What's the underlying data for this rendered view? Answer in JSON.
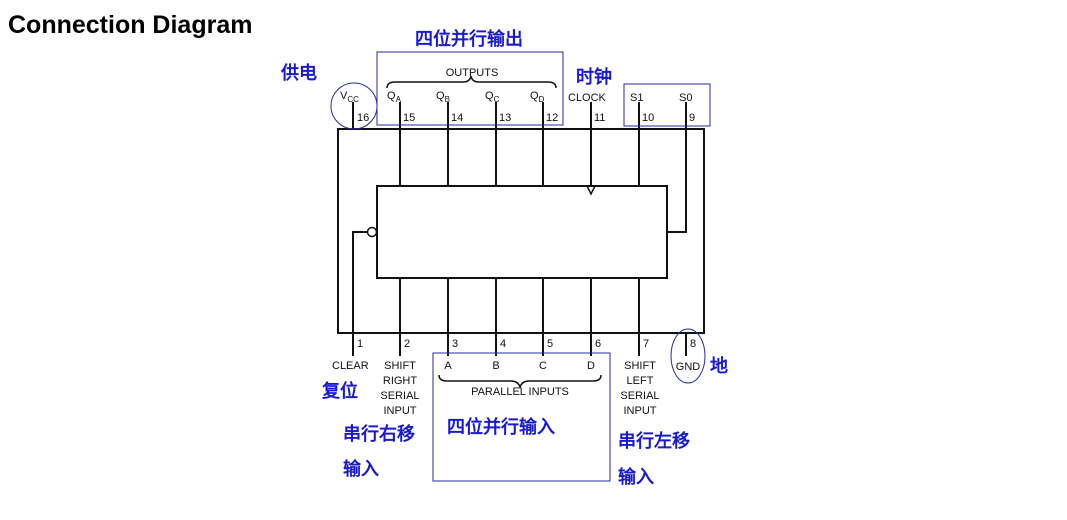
{
  "title": "Connection Diagram",
  "top_pins": [
    {
      "name_main": "V",
      "name_sub": "CC",
      "number": "16"
    },
    {
      "name_main": "Q",
      "name_sub": "A",
      "number": "15"
    },
    {
      "name_main": "Q",
      "name_sub": "B",
      "number": "14"
    },
    {
      "name_main": "Q",
      "name_sub": "C",
      "number": "13"
    },
    {
      "name_main": "Q",
      "name_sub": "D",
      "number": "12"
    },
    {
      "name_main": "CLOCK",
      "name_sub": "",
      "number": "11"
    },
    {
      "name_main": "S1",
      "name_sub": "",
      "number": "10"
    },
    {
      "name_main": "S0",
      "name_sub": "",
      "number": "9"
    }
  ],
  "bottom_pins": [
    {
      "number": "1",
      "lines": [
        "CLEAR"
      ]
    },
    {
      "number": "2",
      "lines": [
        "SHIFT",
        "RIGHT",
        "SERIAL",
        "INPUT"
      ]
    },
    {
      "number": "3",
      "lines": [
        "A"
      ]
    },
    {
      "number": "4",
      "lines": [
        "B"
      ]
    },
    {
      "number": "5",
      "lines": [
        "C"
      ]
    },
    {
      "number": "6",
      "lines": [
        "D"
      ]
    },
    {
      "number": "7",
      "lines": [
        "SHIFT",
        "LEFT",
        "SERIAL",
        "INPUT"
      ]
    },
    {
      "number": "8",
      "lines": [
        "GND"
      ]
    }
  ],
  "group_labels": {
    "outputs": "OUTPUTS",
    "parallel_inputs": "PARALLEL INPUTS"
  },
  "annotations": {
    "power": "供电",
    "parallel_out": "四位并行输出",
    "clock": "时钟",
    "ground": "地",
    "reset": "复位",
    "parallel_in": "四位并行输入",
    "shift_right_1": "串行右移",
    "shift_right_2": "输入",
    "shift_left_1": "串行左移",
    "shift_left_2": "输入"
  },
  "colors": {
    "annotation": "#1a1acd",
    "annotation_box": "#2b2b9c",
    "line": "#111111"
  }
}
